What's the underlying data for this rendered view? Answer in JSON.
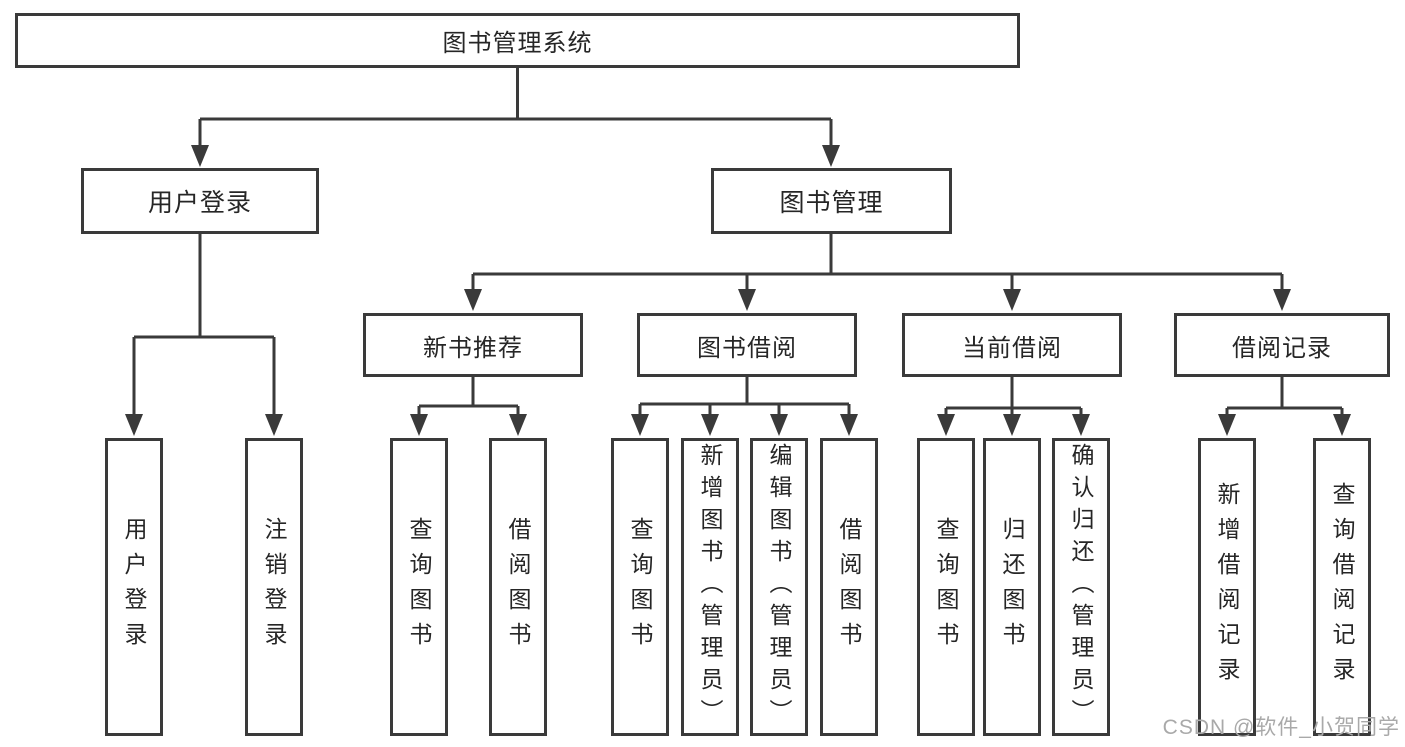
{
  "diagram": {
    "root": {
      "label": "图书管理系统"
    },
    "branches": [
      {
        "label": "用户登录",
        "children": [
          {
            "label": "用户登录"
          },
          {
            "label": "注销登录"
          }
        ]
      },
      {
        "label": "图书管理",
        "children": [
          {
            "label": "新书推荐",
            "children": [
              {
                "label": "查询图书"
              },
              {
                "label": "借阅图书"
              }
            ]
          },
          {
            "label": "图书借阅",
            "children": [
              {
                "label": "查询图书"
              },
              {
                "label": "新增图书（管理员）"
              },
              {
                "label": "编辑图书（管理员）"
              },
              {
                "label": "借阅图书"
              }
            ]
          },
          {
            "label": "当前借阅",
            "children": [
              {
                "label": "查询图书"
              },
              {
                "label": "归还图书"
              },
              {
                "label": "确认归还（管理员）"
              }
            ]
          },
          {
            "label": "借阅记录",
            "children": [
              {
                "label": "新增借阅记录"
              },
              {
                "label": "查询借阅记录"
              }
            ]
          }
        ]
      }
    ]
  },
  "watermark": {
    "text": "CSDN @软件_小贺同学"
  },
  "colors": {
    "line": "#3a3a3a",
    "box_border": "#3a3a3a",
    "text": "#262626",
    "watermark": "#a9a9a9"
  }
}
